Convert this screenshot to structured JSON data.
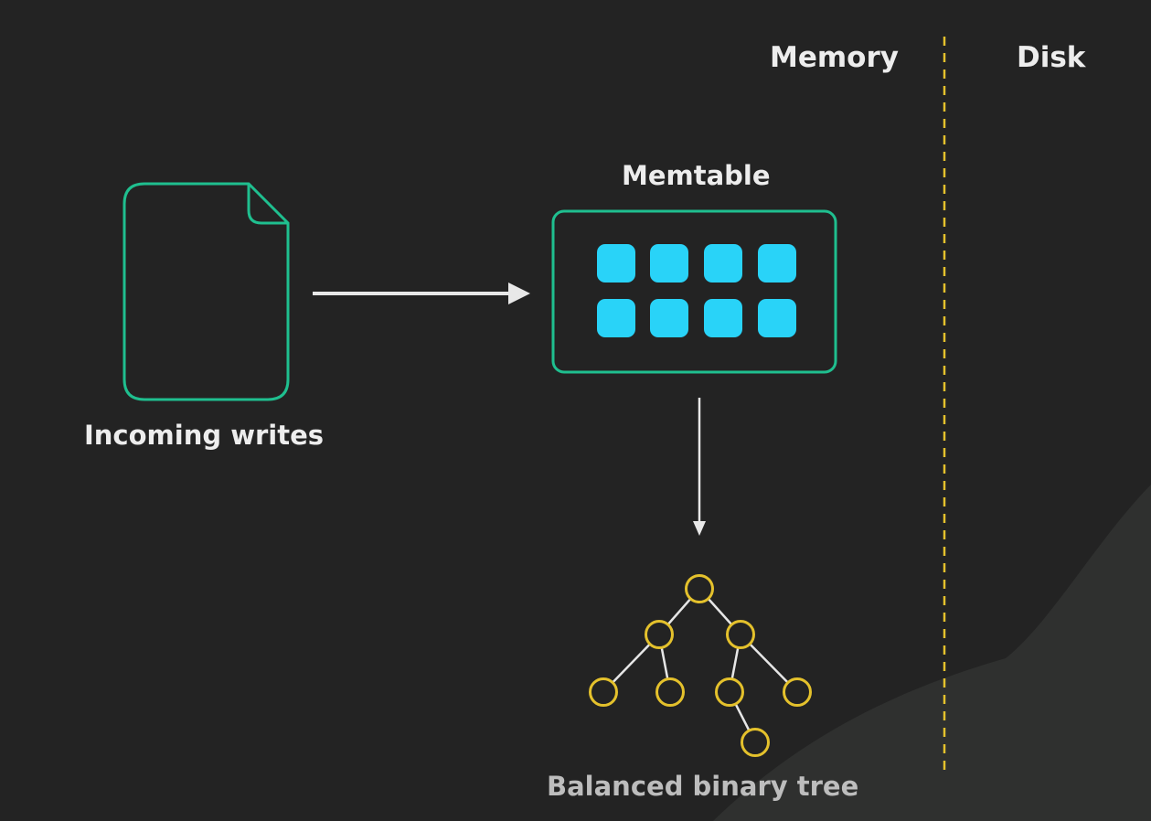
{
  "labels": {
    "memory": "Memory",
    "disk": "Disk",
    "memtable": "Memtable",
    "incoming_writes": "Incoming writes",
    "balanced_tree": "Balanced binary tree"
  },
  "colors": {
    "background": "#232323",
    "teal_outline": "#1fbf8f",
    "cyan_cell": "#29d3f8",
    "yellow": "#e4c12c",
    "arrow": "#e8e8e8",
    "text": "#ededed"
  },
  "icons": {
    "document": "document-icon",
    "memtable_cell": "square-cell-icon",
    "tree_node": "circle-node-icon"
  }
}
